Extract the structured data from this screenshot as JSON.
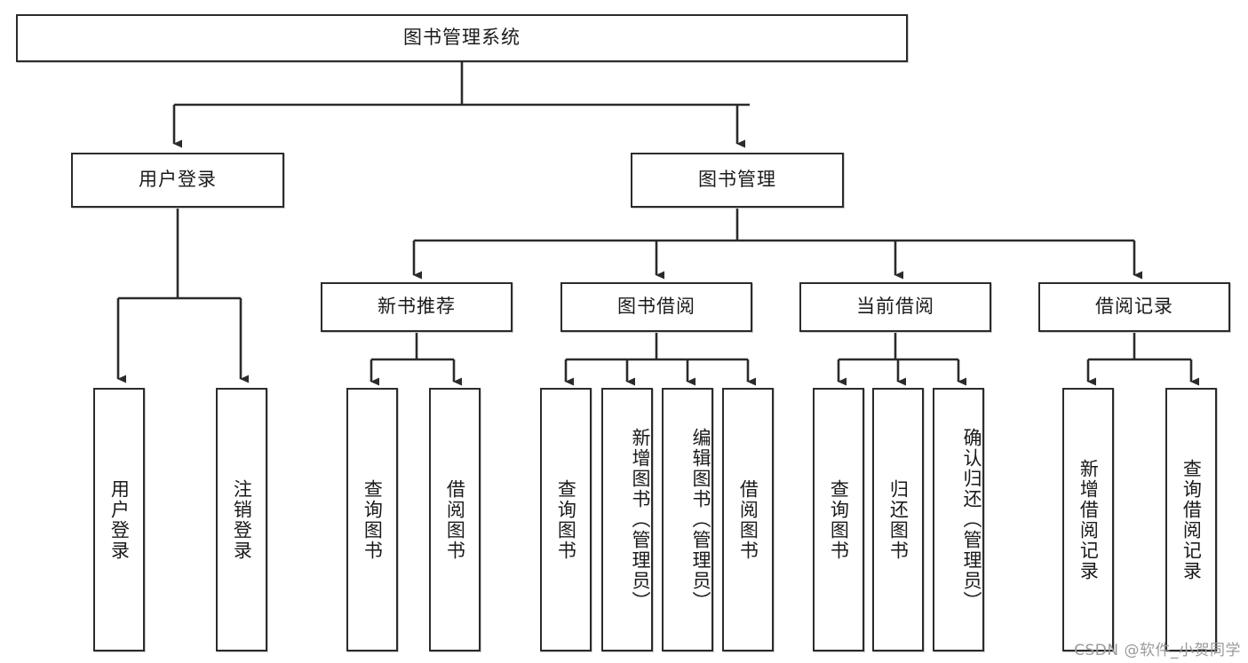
{
  "diagram": {
    "title": "图书管理系统",
    "type": "tree-hierarchy",
    "orientation": "top-down",
    "colors": {
      "box_border": "#2b2b2b",
      "box_fill": "#ffffff",
      "connector": "#2b2b2b",
      "text": "#1a1a1a",
      "watermark": "#9a9a9a",
      "canvas": "#ffffff"
    },
    "root": {
      "label": "图书管理系统"
    },
    "level2": [
      {
        "label": "用户登录"
      },
      {
        "label": "图书管理"
      }
    ],
    "level3": [
      {
        "label": "新书推荐"
      },
      {
        "label": "图书借阅"
      },
      {
        "label": "当前借阅"
      },
      {
        "label": "借阅记录"
      }
    ],
    "leaves": {
      "user_login": [
        {
          "label": "用户登录"
        },
        {
          "label": "注销登录"
        }
      ],
      "new_book_recommend": [
        {
          "label": "查询图书"
        },
        {
          "label": "借阅图书"
        }
      ],
      "book_borrow": [
        {
          "label": "查询图书"
        },
        {
          "label": "新增图书（管理员）"
        },
        {
          "label": "编辑图书（管理员）"
        },
        {
          "label": "借阅图书"
        }
      ],
      "current_borrow": [
        {
          "label": "查询图书"
        },
        {
          "label": "归还图书"
        },
        {
          "label": "确认归还（管理员）"
        }
      ],
      "borrow_record": [
        {
          "label": "新增借阅记录"
        },
        {
          "label": "查询借阅记录"
        }
      ]
    }
  },
  "watermark": {
    "text": "CSDN @软件_小贺同学"
  }
}
